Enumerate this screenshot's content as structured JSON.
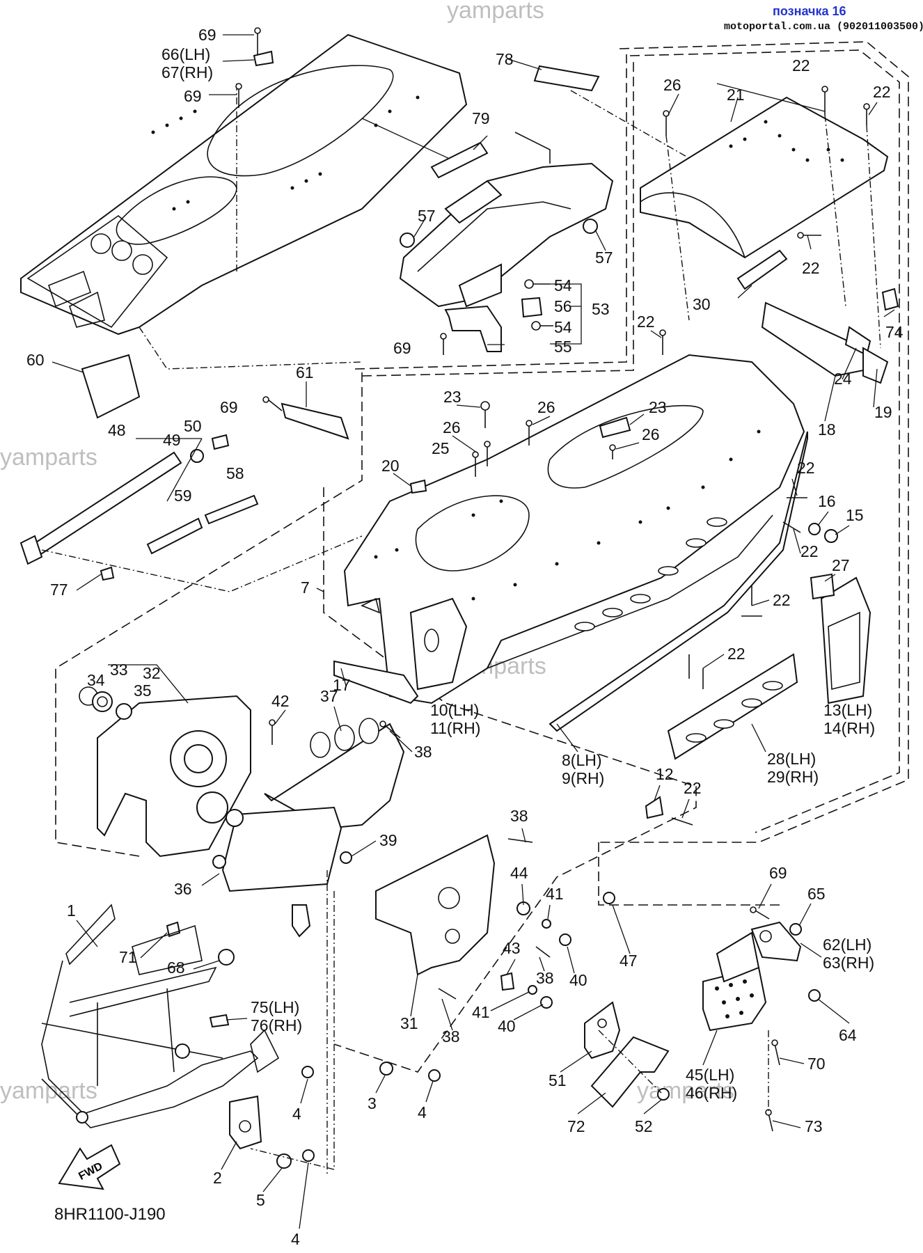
{
  "header": {
    "label": "позначка 16",
    "site": "motoportal.com.ua (902011003500)"
  },
  "watermark": "yamparts",
  "diagram_code": "8HR1100-J190",
  "fwd_label": "FWD",
  "callouts": {
    "c1": "1",
    "c2": "2",
    "c3": "3",
    "c4a": "4",
    "c4b": "4",
    "c4c": "4",
    "c5": "5",
    "c7": "7",
    "c8": "8(LH)",
    "c9": "9(RH)",
    "c10": "10(LH)",
    "c11": "11(RH)",
    "c12": "12",
    "c13": "13(LH)",
    "c14": "14(RH)",
    "c15": "15",
    "c16": "16",
    "c17": "17",
    "c18": "18",
    "c19": "19",
    "c20": "20",
    "c21": "21",
    "c22a": "22",
    "c22b": "22",
    "c22c": "22",
    "c22d": "22",
    "c22e": "22",
    "c22f": "22",
    "c22g": "22",
    "c22h": "22",
    "c22i": "22",
    "c23a": "23",
    "c23b": "23",
    "c24": "24",
    "c25": "25",
    "c26a": "26",
    "c26b": "26",
    "c26c": "26",
    "c26d": "26",
    "c27": "27",
    "c28": "28(LH)",
    "c29": "29(RH)",
    "c30": "30",
    "c31": "31",
    "c32": "32",
    "c33": "33",
    "c34": "34",
    "c35": "35",
    "c36": "36",
    "c37": "37",
    "c38a": "38",
    "c38b": "38",
    "c38c": "38",
    "c38d": "38",
    "c39": "39",
    "c40a": "40",
    "c40b": "40",
    "c41a": "41",
    "c41b": "41",
    "c42": "42",
    "c43": "43",
    "c44": "44",
    "c45": "45(LH)",
    "c46": "46(RH)",
    "c47": "47",
    "c48": "48",
    "c49": "49",
    "c50": "50",
    "c51": "51",
    "c52": "52",
    "c53": "53",
    "c54a": "54",
    "c54b": "54",
    "c55": "55",
    "c56": "56",
    "c57a": "57",
    "c57b": "57",
    "c58": "58",
    "c59": "59",
    "c60": "60",
    "c61": "61",
    "c62": "62(LH)",
    "c63": "63(RH)",
    "c64": "64",
    "c65": "65",
    "c66": "66(LH)",
    "c67": "67(RH)",
    "c68": "68",
    "c69a": "69",
    "c69b": "69",
    "c69c": "69",
    "c69d": "69",
    "c69e": "69",
    "c70": "70",
    "c71": "71",
    "c72": "72",
    "c73": "73",
    "c74": "74",
    "c75": "75(LH)",
    "c76": "76(RH)",
    "c77": "77",
    "c78": "78",
    "c79": "79"
  }
}
